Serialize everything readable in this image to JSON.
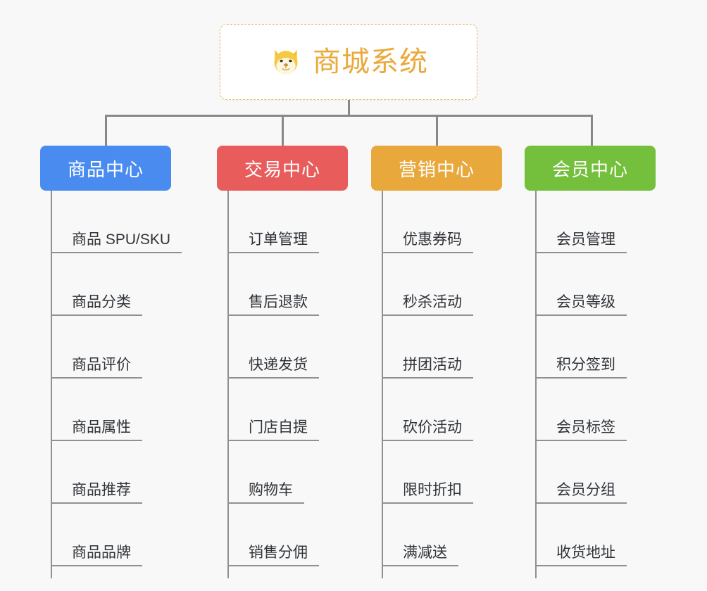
{
  "root": {
    "title": "商城系统",
    "icon": "shiba-dog-face-icon",
    "border_color": "#e8b864",
    "text_color": "#eaa93a",
    "background": "#ffffff"
  },
  "canvas": {
    "background": "#f8f8f8",
    "connector_color": "#888888",
    "leaf_line_color": "#909090",
    "leaf_text_color": "#2f3338"
  },
  "columns": [
    {
      "title": "商品中心",
      "color": "#4a8bf0",
      "items": [
        "商品 SPU/SKU",
        "商品分类",
        "商品评价",
        "商品属性",
        "商品推荐",
        "商品品牌"
      ]
    },
    {
      "title": "交易中心",
      "color": "#e85c5c",
      "items": [
        "订单管理",
        "售后退款",
        "快递发货",
        "门店自提",
        "购物车",
        "销售分佣"
      ]
    },
    {
      "title": "营销中心",
      "color": "#e8a83c",
      "items": [
        "优惠券码",
        "秒杀活动",
        "拼团活动",
        "砍价活动",
        "限时折扣",
        "满减送"
      ]
    },
    {
      "title": "会员中心",
      "color": "#74c03c",
      "items": [
        "会员管理",
        "会员等级",
        "积分签到",
        "会员标签",
        "会员分组",
        "收货地址"
      ]
    }
  ]
}
